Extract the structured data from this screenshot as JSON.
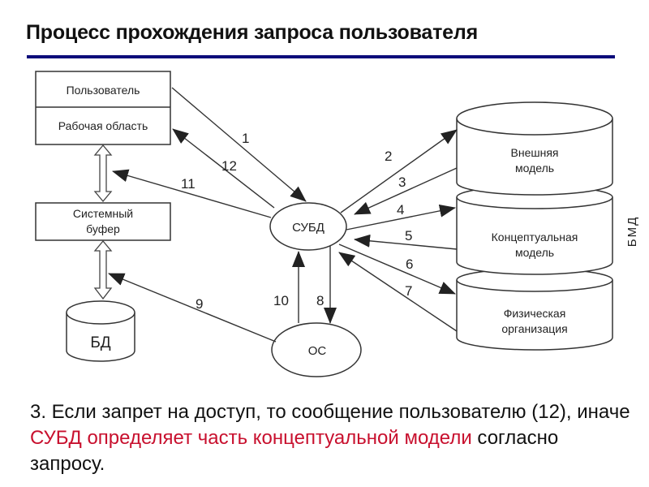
{
  "slide": {
    "title": "Процесс прохождения запроса пользователя",
    "accent_color": "#0b0b7a",
    "highlight_color": "#c8102e"
  },
  "diagram": {
    "user_box": {
      "top_label": "Пользователь",
      "bottom_label": "Рабочая область"
    },
    "buffer_box": {
      "line1": "Системный",
      "line2": "буфер"
    },
    "db": {
      "label": "БД"
    },
    "dbms": {
      "label": "СУБД"
    },
    "os": {
      "label": "ОС"
    },
    "bmd": {
      "side_label": "БМД",
      "layers": [
        {
          "line1": "Внешняя",
          "line2": "модель"
        },
        {
          "line1": "Концептуальная",
          "line2": "модель"
        },
        {
          "line1": "Физическая",
          "line2": "организация"
        }
      ]
    },
    "arrows": [
      {
        "num": "1",
        "from": "Пользователь",
        "to": "СУБД"
      },
      {
        "num": "2",
        "from": "СУБД",
        "to": "Внешняя модель"
      },
      {
        "num": "3",
        "from": "Внешняя модель",
        "to": "СУБД"
      },
      {
        "num": "4",
        "from": "СУБД",
        "to": "Концептуальная модель"
      },
      {
        "num": "5",
        "from": "Концептуальная модель",
        "to": "СУБД"
      },
      {
        "num": "6",
        "from": "СУБД",
        "to": "Физическая организация"
      },
      {
        "num": "7",
        "from": "Физическая организация",
        "to": "СУБД"
      },
      {
        "num": "8",
        "from": "СУБД",
        "to": "ОС"
      },
      {
        "num": "9",
        "from": "ОС",
        "to": "Системный буфер"
      },
      {
        "num": "10",
        "from": "ОС",
        "to": "СУБД"
      },
      {
        "num": "11",
        "from": "СУБД",
        "to": "Системный буфер"
      },
      {
        "num": "12",
        "from": "СУБД",
        "to": "Рабочая область"
      }
    ]
  },
  "caption": {
    "part1": "3. Если запрет на доступ, то сообщение пользователю (12), иначе ",
    "highlight": "СУБД определяет часть концептуальной модели",
    "part2": " согласно запросу."
  }
}
